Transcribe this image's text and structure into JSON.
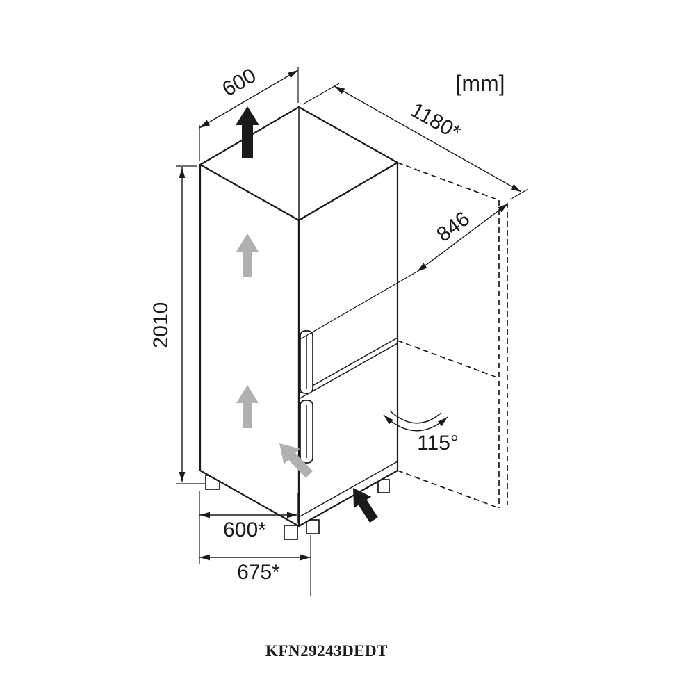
{
  "title": {
    "model": "KFN29243DEDT",
    "unit": "[mm]"
  },
  "dimensions": {
    "depth_top": "600",
    "clearance_width_open": "1180*",
    "door_open_depth": "846",
    "height": "2010",
    "width": "600*",
    "depth": "675*",
    "door_opening_angle": "115°"
  },
  "colors": {
    "line": "#1a1a1a",
    "accent_gray": "#b0b0b0",
    "background": "#ffffff"
  }
}
